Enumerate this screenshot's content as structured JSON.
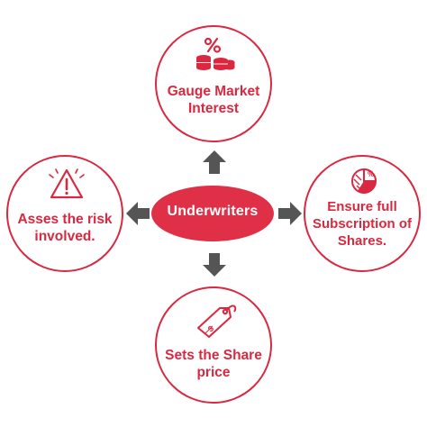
{
  "center": {
    "label": "Underwriters"
  },
  "nodes": {
    "top": {
      "label": "Gauge Market\nInterest",
      "icon": "percent-coins-icon"
    },
    "right": {
      "label": "Ensure full\nSubscription of\nShares.",
      "icon": "pie-chart-percent-icon"
    },
    "bottom": {
      "label": "Sets the Share\nprice",
      "icon": "price-tag-icon"
    },
    "left": {
      "label": "Asses the risk\ninvolved.",
      "icon": "warning-triangle-icon"
    }
  },
  "colors": {
    "accent": "#d9283f",
    "center_fill": "#e03048",
    "arrow": "#555555"
  }
}
